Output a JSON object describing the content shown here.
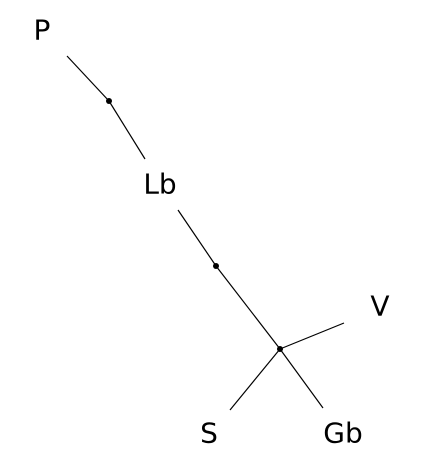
{
  "labels": {
    "P": "P",
    "Lb": "Lb",
    "V": "V",
    "S": "S",
    "Gb": "Gb"
  }
}
